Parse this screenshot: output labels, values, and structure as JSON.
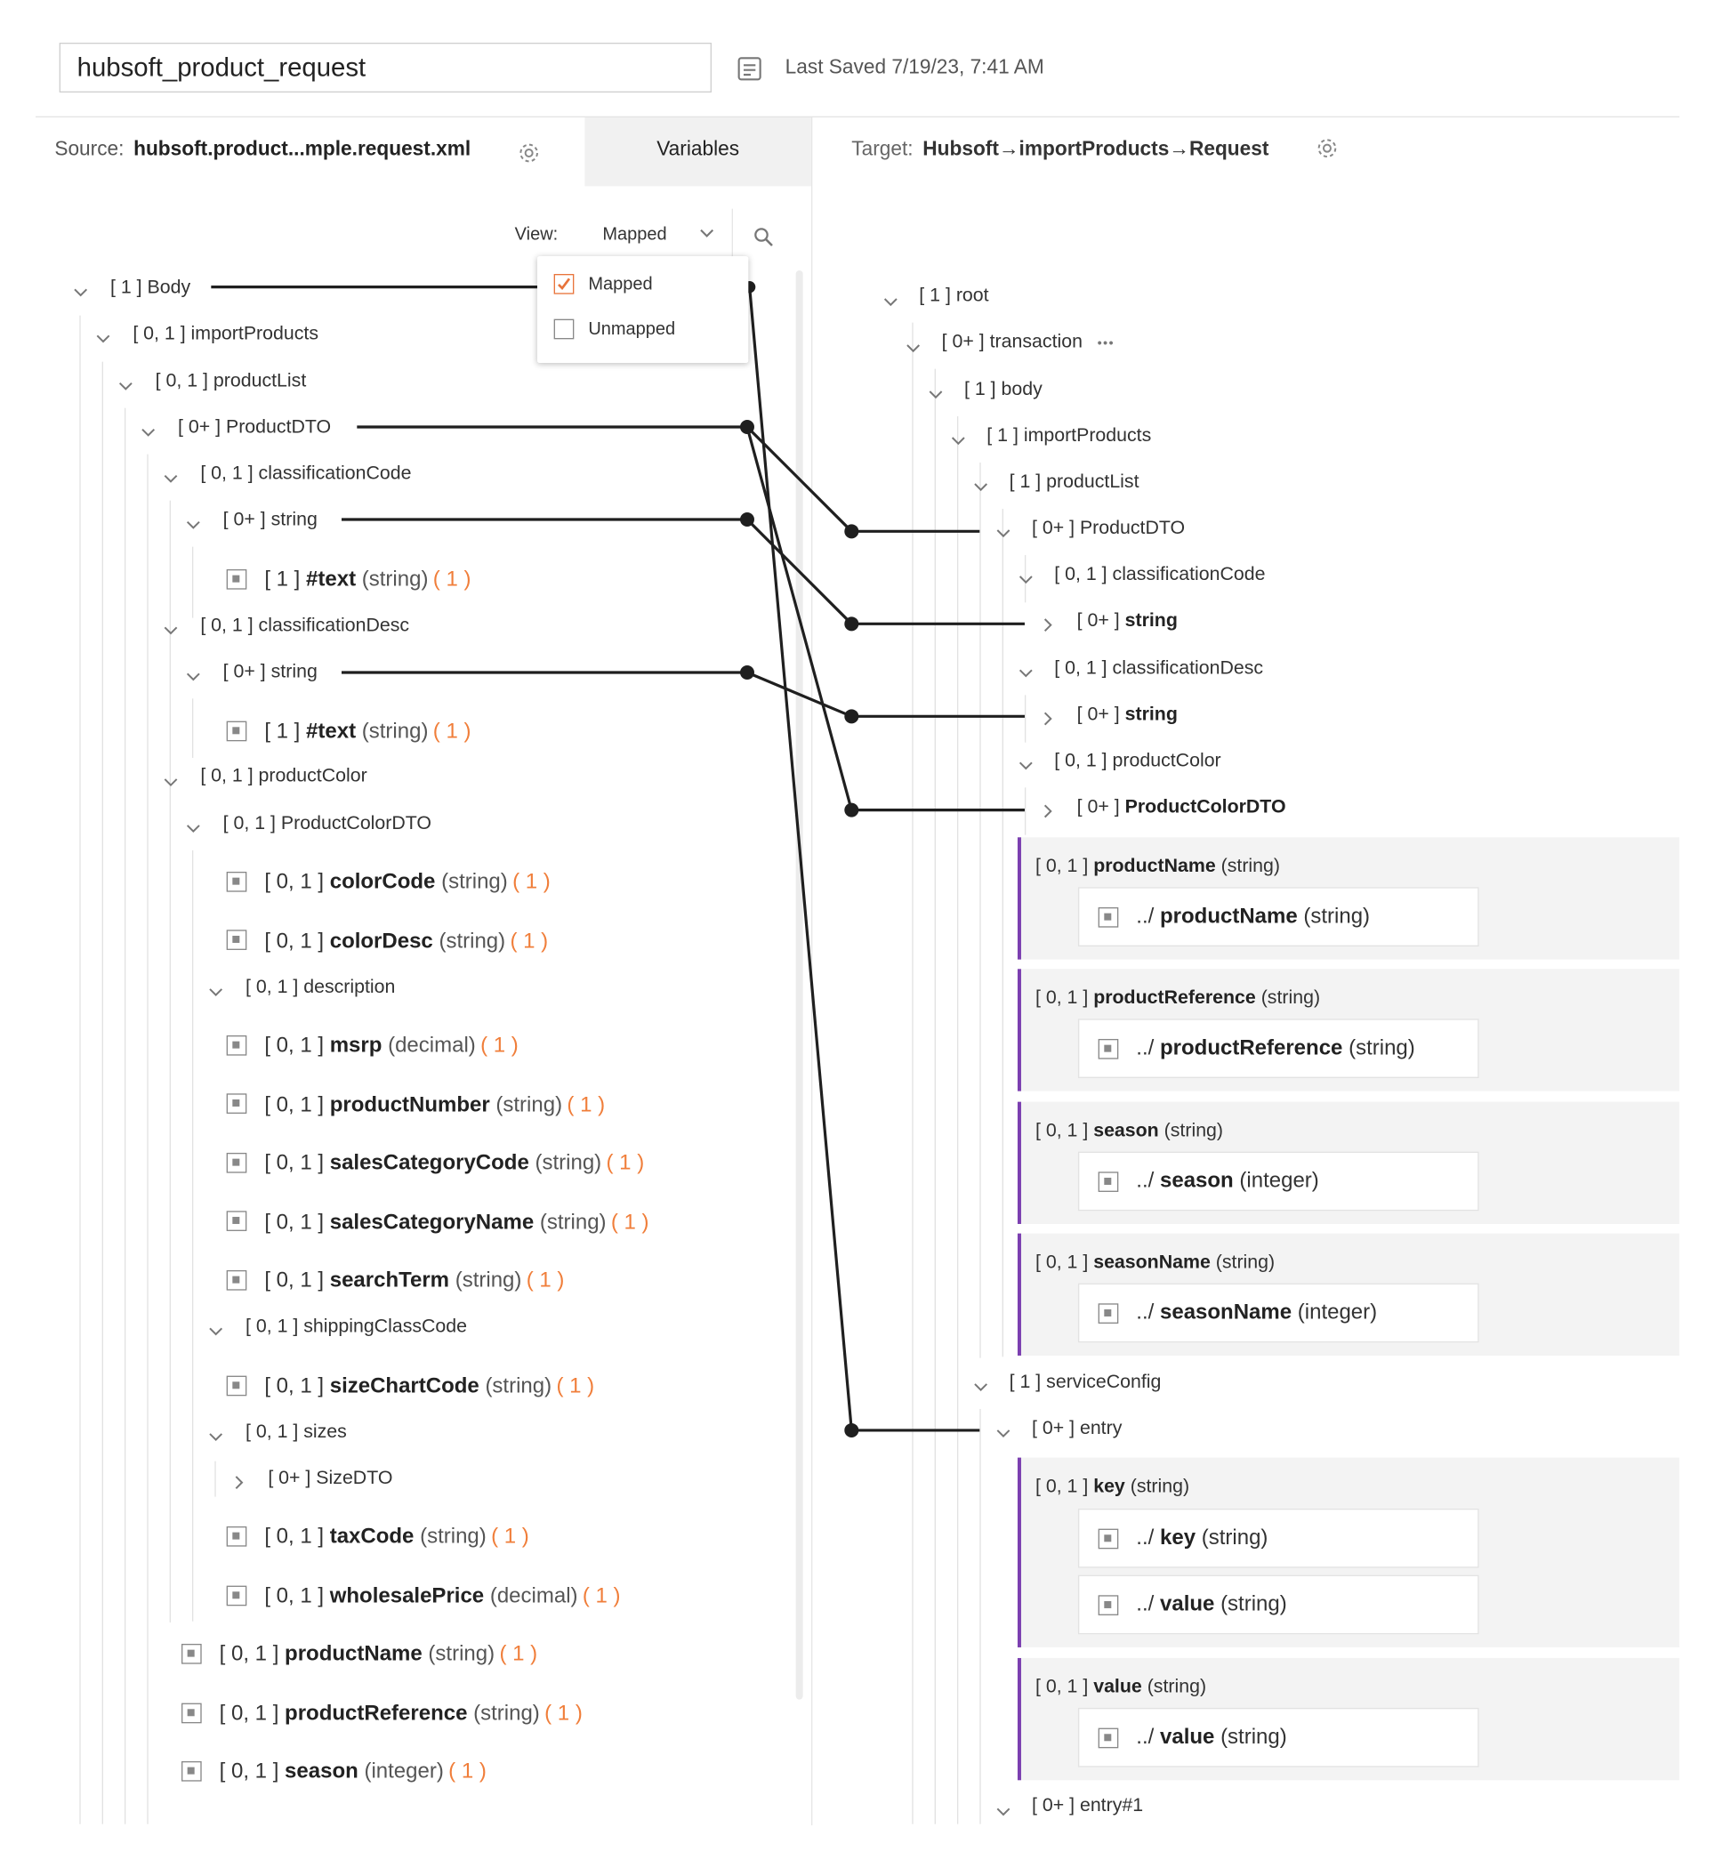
{
  "header": {
    "mapping_name": "hubsoft_product_request",
    "last_saved": "Last Saved 7/19/23, 7:41 AM"
  },
  "source": {
    "label": "Source:",
    "file": "hubsoft.product...mple.request.xml"
  },
  "variables_tab": "Variables",
  "target": {
    "label": "Target:",
    "path": "Hubsoft→importProducts→Request"
  },
  "view": {
    "label": "View:",
    "selected": "Mapped",
    "options": [
      "Mapped",
      "Unmapped"
    ]
  },
  "source_tree": [
    {
      "card": "[ 1 ]",
      "name": "Body"
    },
    {
      "card": "[ 0, 1 ]",
      "name": "importProducts"
    },
    {
      "card": "[ 0, 1 ]",
      "name": "productList"
    },
    {
      "card": "[ 0+ ]",
      "name": "ProductDTO"
    },
    {
      "card": "[ 0, 1 ]",
      "name": "classificationCode"
    },
    {
      "card": "[ 0+ ]",
      "name": "string"
    },
    {
      "card": "[ 1 ]",
      "name": "#text",
      "type": "(string)",
      "count": "( 1 )"
    },
    {
      "card": "[ 0, 1 ]",
      "name": "classificationDesc"
    },
    {
      "card": "[ 0+ ]",
      "name": "string"
    },
    {
      "card": "[ 1 ]",
      "name": "#text",
      "type": "(string)",
      "count": "( 1 )"
    },
    {
      "card": "[ 0, 1 ]",
      "name": "productColor"
    },
    {
      "card": "[ 0, 1 ]",
      "name": "ProductColorDTO"
    },
    {
      "card": "[ 0, 1 ]",
      "name": "colorCode",
      "type": "(string)",
      "count": "( 1 )"
    },
    {
      "card": "[ 0, 1 ]",
      "name": "colorDesc",
      "type": "(string)",
      "count": "( 1 )"
    },
    {
      "card": "[ 0, 1 ]",
      "name": "description"
    },
    {
      "card": "[ 0, 1 ]",
      "name": "msrp",
      "type": "(decimal)",
      "count": "( 1 )"
    },
    {
      "card": "[ 0, 1 ]",
      "name": "productNumber",
      "type": "(string)",
      "count": "( 1 )"
    },
    {
      "card": "[ 0, 1 ]",
      "name": "salesCategoryCode",
      "type": "(string)",
      "count": "( 1 )"
    },
    {
      "card": "[ 0, 1 ]",
      "name": "salesCategoryName",
      "type": "(string)",
      "count": "( 1 )"
    },
    {
      "card": "[ 0, 1 ]",
      "name": "searchTerm",
      "type": "(string)",
      "count": "( 1 )"
    },
    {
      "card": "[ 0, 1 ]",
      "name": "shippingClassCode"
    },
    {
      "card": "[ 0, 1 ]",
      "name": "sizeChartCode",
      "type": "(string)",
      "count": "( 1 )"
    },
    {
      "card": "[ 0, 1 ]",
      "name": "sizes"
    },
    {
      "card": "[ 0+ ]",
      "name": "SizeDTO"
    },
    {
      "card": "[ 0, 1 ]",
      "name": "taxCode",
      "type": "(string)",
      "count": "( 1 )"
    },
    {
      "card": "[ 0, 1 ]",
      "name": "wholesalePrice",
      "type": "(decimal)",
      "count": "( 1 )"
    },
    {
      "card": "[ 0, 1 ]",
      "name": "productName",
      "type": "(string)",
      "count": "( 1 )"
    },
    {
      "card": "[ 0, 1 ]",
      "name": "productReference",
      "type": "(string)",
      "count": "( 1 )"
    },
    {
      "card": "[ 0, 1 ]",
      "name": "season",
      "type": "(integer)",
      "count": "( 1 )"
    }
  ],
  "target_tree": [
    {
      "card": "[ 1 ]",
      "name": "root"
    },
    {
      "card": "[ 0+ ]",
      "name": "transaction",
      "more": "•••"
    },
    {
      "card": "[ 1 ]",
      "name": "body"
    },
    {
      "card": "[ 1 ]",
      "name": "importProducts"
    },
    {
      "card": "[ 1 ]",
      "name": "productList"
    },
    {
      "card": "[ 0+ ]",
      "name": "ProductDTO"
    },
    {
      "card": "[ 0, 1 ]",
      "name": "classificationCode"
    },
    {
      "card": "[ 0+ ]",
      "name": "string"
    },
    {
      "card": "[ 0, 1 ]",
      "name": "classificationDesc"
    },
    {
      "card": "[ 0+ ]",
      "name": "string"
    },
    {
      "card": "[ 0, 1 ]",
      "name": "productColor"
    },
    {
      "card": "[ 0+ ]",
      "name": "ProductColorDTO"
    },
    {
      "card": "[ 1 ]",
      "name": "serviceConfig"
    },
    {
      "card": "[ 0+ ]",
      "name": "entry"
    },
    {
      "card": "[ 0+ ]",
      "name": "entry#1"
    }
  ],
  "target_mappings": [
    {
      "card": "[ 0, 1 ]",
      "name": "productName",
      "type": "(string)",
      "rules": [
        {
          "prefix": "../",
          "name": "productName",
          "type": "(string)"
        }
      ]
    },
    {
      "card": "[ 0, 1 ]",
      "name": "productReference",
      "type": "(string)",
      "rules": [
        {
          "prefix": "../",
          "name": "productReference",
          "type": "(string)"
        }
      ]
    },
    {
      "card": "[ 0, 1 ]",
      "name": "season",
      "type": "(string)",
      "rules": [
        {
          "prefix": "../",
          "name": "season",
          "type": "(integer)"
        }
      ]
    },
    {
      "card": "[ 0, 1 ]",
      "name": "seasonName",
      "type": "(string)",
      "rules": [
        {
          "prefix": "../",
          "name": "seasonName",
          "type": "(integer)"
        }
      ]
    },
    {
      "card": "[ 0, 1 ]",
      "name": "key",
      "type": "(string)",
      "rules": [
        {
          "prefix": "../",
          "name": "key",
          "type": "(string)"
        },
        {
          "prefix": "../",
          "name": "value",
          "type": "(string)"
        }
      ]
    },
    {
      "card": "[ 0, 1 ]",
      "name": "value",
      "type": "(string)",
      "rules": [
        {
          "prefix": "../",
          "name": "value",
          "type": "(string)"
        }
      ]
    }
  ]
}
